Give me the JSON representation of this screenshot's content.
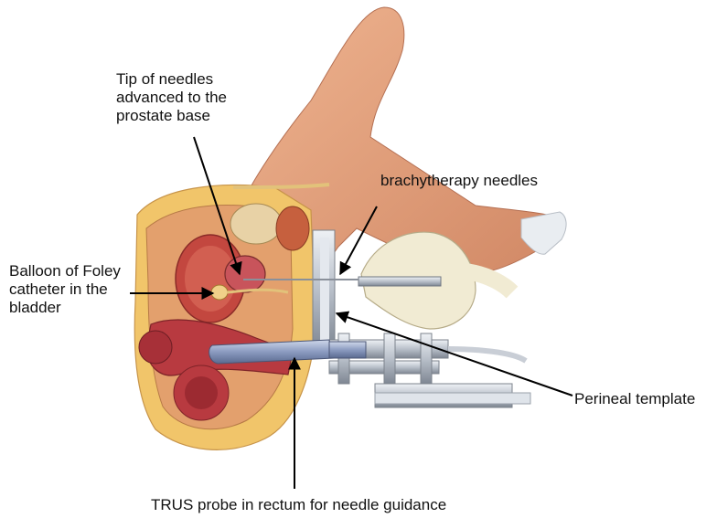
{
  "labels": {
    "tip_of_needles": "Tip of needles\nadvanced to the\nprostate base",
    "brachytherapy_needles": "brachytherapy needles",
    "balloon_foley": "Balloon of Foley\ncatheter in the\nbladder",
    "perineal_template": "Perineal template",
    "trus_probe": "TRUS probe in rectum for needle guidance"
  },
  "colors": {
    "skin": "#e7a27f",
    "skin_shadow": "#c97c5c",
    "tissue_red": "#b8323a",
    "fat_yellow": "#f1c56a",
    "metal": "#c9ced6",
    "metal_dark": "#8c939e",
    "glove": "#f1ebd3",
    "arrow": "#000000"
  }
}
